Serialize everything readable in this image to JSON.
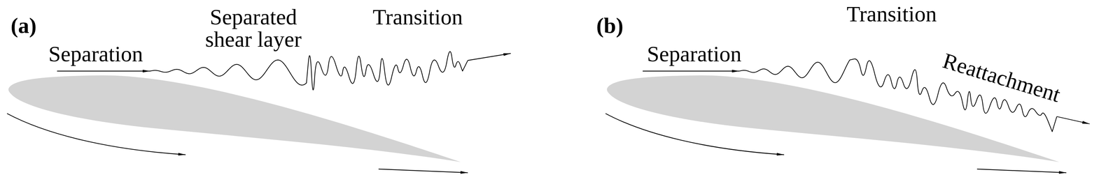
{
  "diagram": {
    "labels": [
      "(a)",
      "Separation",
      "Separated shear layer",
      "Transition",
      "(b)",
      "Separation",
      "Transition",
      "Reattachment"
    ]
  }
}
